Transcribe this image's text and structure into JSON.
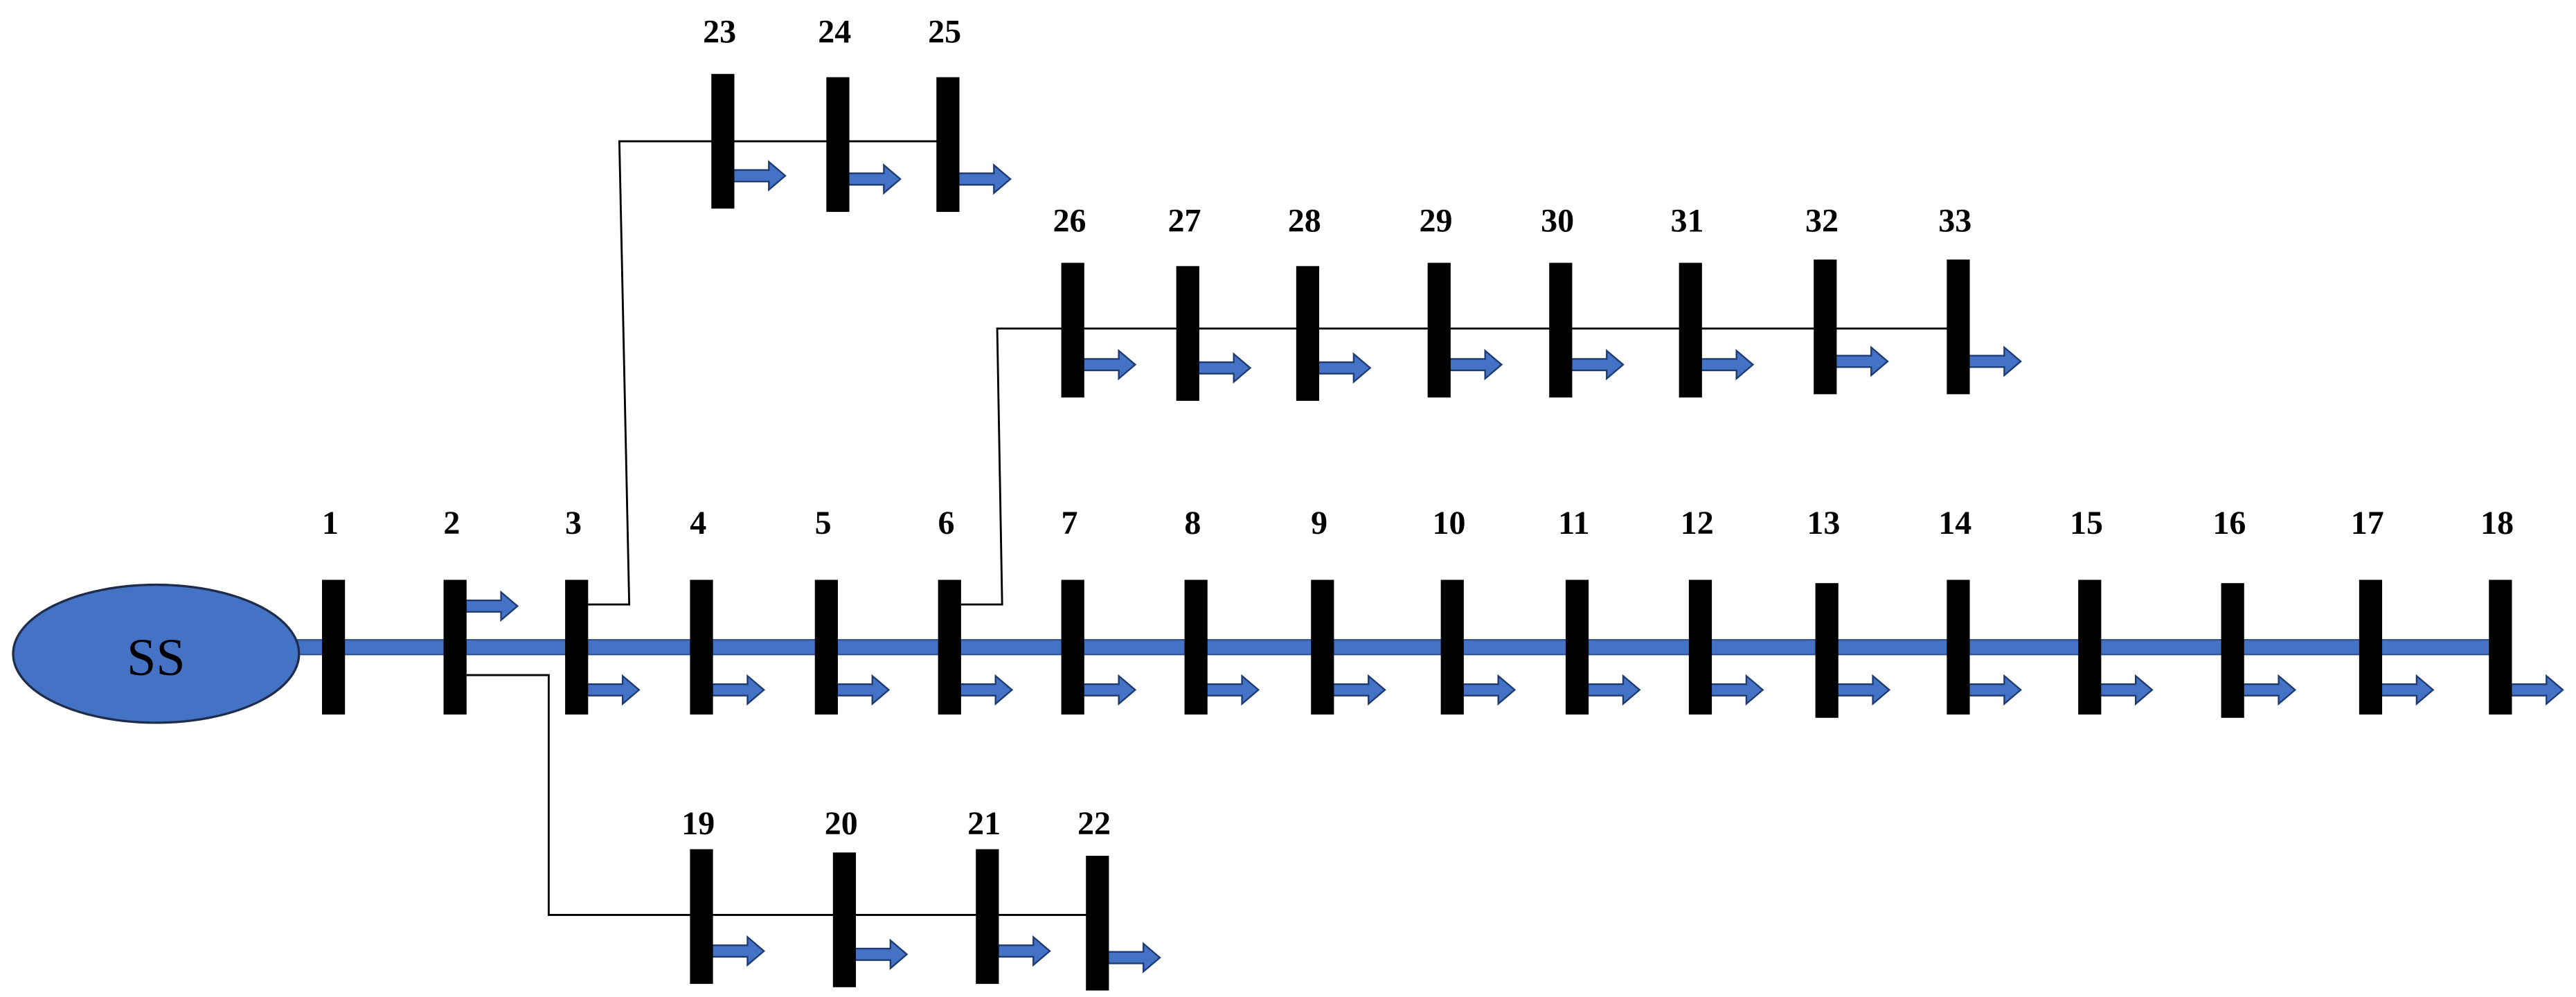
{
  "substation": {
    "label": "SS",
    "fill_color": "#4472c4",
    "outline_color": "#1f2d4d"
  },
  "colors": {
    "main_feeder": "#4472c4",
    "main_feeder_outline": "#2b4a86",
    "branch_line": "#000000",
    "bus_bar": "#000000",
    "load_arrow_fill": "#4472c4",
    "load_arrow_outline": "#1f3b73"
  },
  "buses": [
    {
      "id": 1,
      "label": "1"
    },
    {
      "id": 2,
      "label": "2"
    },
    {
      "id": 3,
      "label": "3"
    },
    {
      "id": 4,
      "label": "4"
    },
    {
      "id": 5,
      "label": "5"
    },
    {
      "id": 6,
      "label": "6"
    },
    {
      "id": 7,
      "label": "7"
    },
    {
      "id": 8,
      "label": "8"
    },
    {
      "id": 9,
      "label": "9"
    },
    {
      "id": 10,
      "label": "10"
    },
    {
      "id": 11,
      "label": "11"
    },
    {
      "id": 12,
      "label": "12"
    },
    {
      "id": 13,
      "label": "13"
    },
    {
      "id": 14,
      "label": "14"
    },
    {
      "id": 15,
      "label": "15"
    },
    {
      "id": 16,
      "label": "16"
    },
    {
      "id": 17,
      "label": "17"
    },
    {
      "id": 18,
      "label": "18"
    },
    {
      "id": 19,
      "label": "19"
    },
    {
      "id": 20,
      "label": "20"
    },
    {
      "id": 21,
      "label": "21"
    },
    {
      "id": 22,
      "label": "22"
    },
    {
      "id": 23,
      "label": "23"
    },
    {
      "id": 24,
      "label": "24"
    },
    {
      "id": 25,
      "label": "25"
    },
    {
      "id": 26,
      "label": "26"
    },
    {
      "id": 27,
      "label": "27"
    },
    {
      "id": 28,
      "label": "28"
    },
    {
      "id": 29,
      "label": "29"
    },
    {
      "id": 30,
      "label": "30"
    },
    {
      "id": 31,
      "label": "31"
    },
    {
      "id": 32,
      "label": "32"
    },
    {
      "id": 33,
      "label": "33"
    }
  ],
  "feeders": [
    {
      "name": "main",
      "from_bus": 1,
      "buses": [
        1,
        2,
        3,
        4,
        5,
        6,
        7,
        8,
        9,
        10,
        11,
        12,
        13,
        14,
        15,
        16,
        17,
        18
      ]
    },
    {
      "name": "lateral-a",
      "from_bus": 2,
      "buses": [
        19,
        20,
        21,
        22
      ]
    },
    {
      "name": "lateral-b",
      "from_bus": 3,
      "buses": [
        23,
        24,
        25
      ]
    },
    {
      "name": "lateral-c",
      "from_bus": 6,
      "buses": [
        26,
        27,
        28,
        29,
        30,
        31,
        32,
        33
      ]
    }
  ],
  "loads": [
    2,
    3,
    4,
    5,
    6,
    7,
    8,
    9,
    10,
    11,
    12,
    13,
    14,
    15,
    16,
    17,
    18,
    19,
    20,
    21,
    22,
    23,
    24,
    25,
    26,
    27,
    28,
    29,
    30,
    31,
    32,
    33
  ]
}
